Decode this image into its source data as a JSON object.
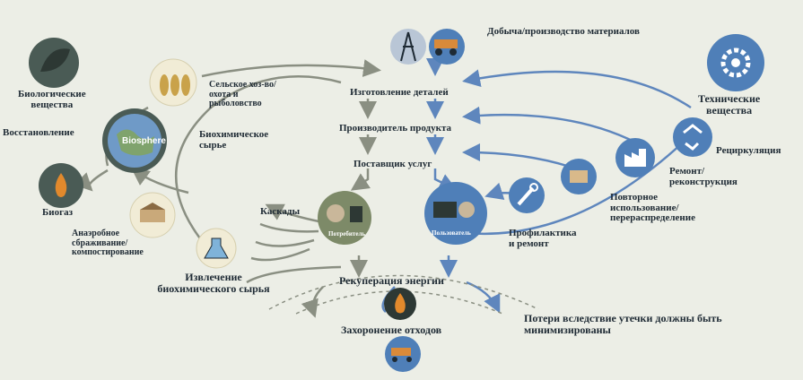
{
  "colors": {
    "bio_dark": "#4a5b55",
    "bio_arrow": "#8a8f82",
    "tech_blue": "#4f7fb8",
    "tech_arrow": "#5e86bd",
    "consumer": "#7d8a68",
    "text": "#1e2a34",
    "background": "#eceee6"
  },
  "icons": {
    "mining": "oil-rig-and-truck-icon",
    "biological": "leaf-icon",
    "agriculture": "wheat-and-fish-icon",
    "biosphere": "globe-icon",
    "biogas": "flame-icon",
    "anaerobic": "compost-icon",
    "extraction": "lab-flask-icon",
    "technical": "gear-icon",
    "recycling": "recycle-icon",
    "repair": "factory-icon",
    "reuse": "box-icon",
    "maintenance": "wrench-icon",
    "energy": "fire-icon",
    "landfill": "dump-truck-icon"
  },
  "labels": {
    "mining": "Добыча/производство материалов",
    "biological": [
      "Биологические",
      "вещества"
    ],
    "agriculture": [
      "Сельское хоз-во/",
      "охота и",
      "рыболовство"
    ],
    "restoration": "Восстановление",
    "biosphere": "Biosphere",
    "biochem_raw": [
      "Биохимическое",
      "сырье"
    ],
    "biogas": "Биогаз",
    "anaerobic": [
      "Анаэробное",
      "сбраживание/",
      "компостирование"
    ],
    "extraction": [
      "Извлечение",
      "биохимического сырья"
    ],
    "cascades": "Каскады",
    "parts": "Изготовление деталей",
    "producer": "Производитель продукта",
    "service": "Поставщик услуг",
    "consumer": "Потребитель",
    "user": "Пользователь",
    "technical": [
      "Технические",
      "вещества"
    ],
    "recycling": "Рециркуляция",
    "repair": [
      "Ремонт/",
      "реконструкция"
    ],
    "reuse": [
      "Повторное",
      "использование/",
      "перераспределение"
    ],
    "maintenance": [
      "Профилактика",
      "и ремонт"
    ],
    "energy": "Рекуперация энергии",
    "landfill": "Захоронение отходов",
    "leakage": [
      "Потери вследствие утечки должны быть",
      "минимизированы"
    ]
  }
}
